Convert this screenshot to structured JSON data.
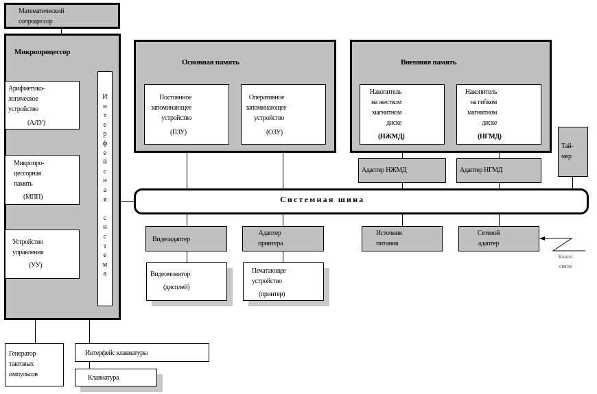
{
  "coprocessor": {
    "label": "Математический сопроцессор"
  },
  "microprocessor": {
    "title": "Микропроцессор",
    "alu": {
      "name": "Арифметико-логическое устройство",
      "abbr": "(АЛУ)"
    },
    "mpp": {
      "name": "Микропро-цессорная память",
      "abbr": "(МПП)"
    },
    "uu": {
      "name": "Устройство управления",
      "abbr": "(УУ)"
    },
    "interface_letters": [
      "И",
      "н",
      "т",
      "е",
      "р",
      "ф",
      "е",
      "й",
      "с",
      "н",
      "а",
      "я",
      "",
      "с",
      "и",
      "с",
      "т",
      "е",
      "м",
      "а"
    ]
  },
  "main_memory": {
    "title": "Основная память",
    "rom": {
      "name": "Постоянное запоминающее устройство",
      "abbr": "(ПЗУ)"
    },
    "ram": {
      "name": "Оперативное запоминающее устройство",
      "abbr": "(ОЗУ)"
    }
  },
  "external_memory": {
    "title": "Внешняя память",
    "hdd": {
      "name": "Накопитель на жестком магнитном диске",
      "abbr": "(НЖМД)"
    },
    "fdd": {
      "name": "Накопитель на гибком магнитном диске",
      "abbr": "(НГМД)"
    }
  },
  "hdd_adapter": "Адаптер НЖМД",
  "fdd_adapter": "Адаптер НГМД",
  "timer": "Тай-мер",
  "system_bus": "Системная шина",
  "video_adapter": "Видеоадаптер",
  "printer_adapter": "Адаптер принтера",
  "power_supply": "Источник питания",
  "network_adapter": "Сетевой адаптер",
  "comm_channel": "Канал связи",
  "video_monitor": {
    "name": "Видеомонитор",
    "note": "(дисплей)"
  },
  "printer": {
    "name": "Печатающее устройство",
    "note": "(принтер)"
  },
  "clock_generator": "Генератор тактовых импульсов",
  "keyboard_interface": "Интерфейс клавиатуры",
  "keyboard": "Клавиатура"
}
